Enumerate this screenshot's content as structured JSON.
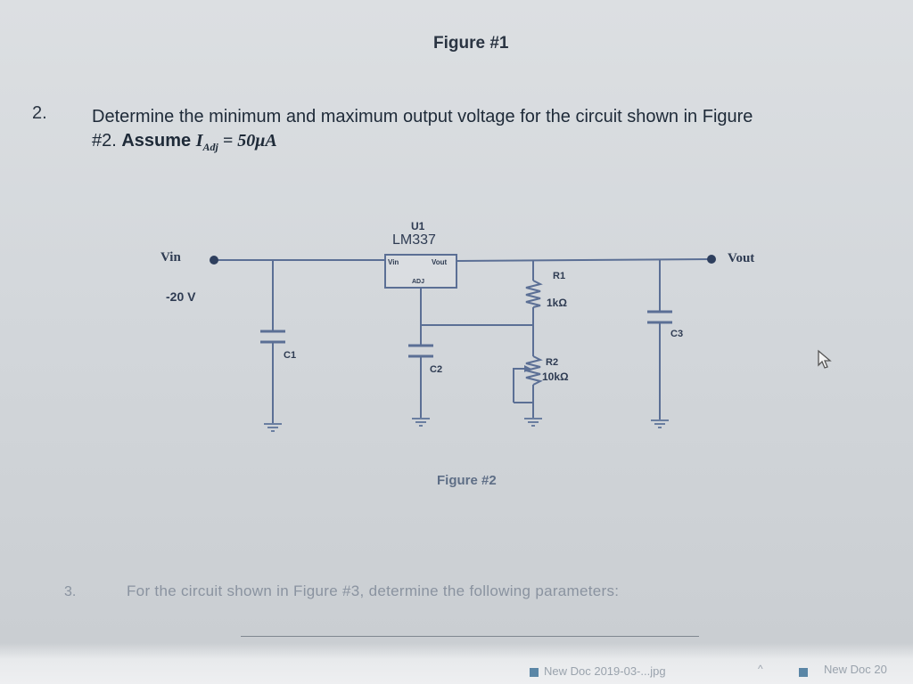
{
  "figure1_caption": "Figure #1",
  "question2": {
    "number": "2.",
    "text_line1": "Determine the minimum and maximum output voltage for the circuit shown in Figure",
    "text_line2_prefix": "#2. ",
    "assume_label": "Assume ",
    "i_symbol": "I",
    "i_subscript": "Adj",
    "equation_rest": " = 50μA"
  },
  "circuit": {
    "regulator_ref": "U1",
    "regulator_part": "LM337",
    "pin_vin": "Vin",
    "pin_vout": "Vout",
    "pin_adj": "ADJ",
    "input_label": "Vin",
    "input_voltage": "-20 V",
    "output_label": "Vout",
    "c1": "C1",
    "c2": "C2",
    "c3": "C3",
    "r1_ref": "R1",
    "r1_value": "1kΩ",
    "r2_ref": "R2",
    "r2_value": "10kΩ"
  },
  "figure2_caption": "Figure #2",
  "question3": {
    "number": "3.",
    "text": "For the circuit shown in Figure #3, determine the following parameters:"
  },
  "taskbar": {
    "item1": "New Doc 2019-03-...jpg",
    "item2": "New Doc 20"
  },
  "icons": {
    "cursor": "mouse-cursor-icon"
  }
}
